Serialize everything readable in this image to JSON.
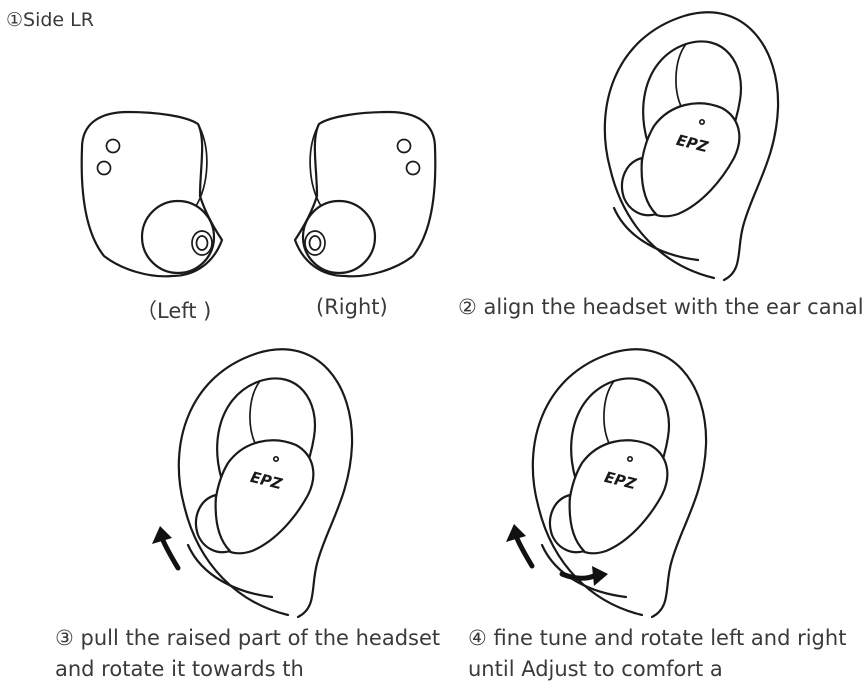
{
  "title": "①Side LR",
  "labels": {
    "left": "（Left )",
    "right": "(Right)"
  },
  "brand": "EPZ",
  "steps": [
    {
      "line1": "② align the headset with the ear canal"
    },
    {
      "line1": "③ pull the raised part of the headset",
      "line2": "and  rotate it towards th"
    },
    {
      "line1": "④ fine tune and rotate left and right",
      "line2": "until Adjust to comfort a"
    }
  ],
  "colors": {
    "line": "#1a1a1a",
    "text": "#3a3a3a",
    "background": "#ffffff"
  },
  "icons": [
    "rotate-arrow-icon",
    "rotate-arrow-icon",
    "rotate-arrow-icon"
  ]
}
